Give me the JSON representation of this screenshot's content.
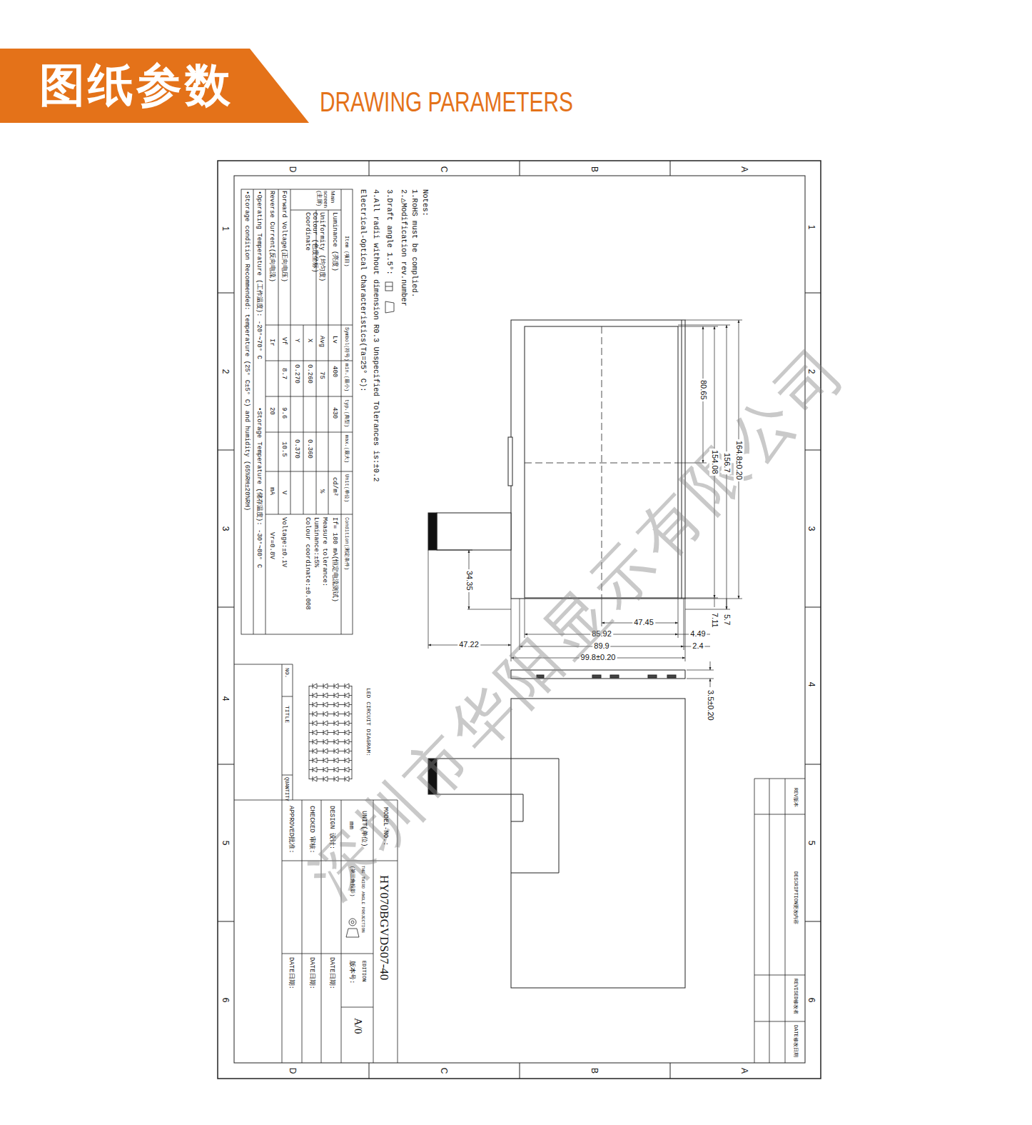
{
  "diagram": {
    "title": "图纸参数",
    "labels": [
      "DRAWING PARAMETERS",
      "D",
      "C",
      "B",
      "A",
      "1",
      "2",
      "3",
      "4",
      "5",
      "6",
      "1",
      "2",
      "3",
      "4",
      "5",
      "6",
      "D",
      "C",
      "B",
      "A",
      "Notes:",
      "1.RoHS must be complied.",
      "2.△Modification rev.number",
      "3.Draft angle 1.5°:",
      "4.All radii without dimension R0.3 Unspecified Tolerances is:±0.2",
      "Electrical-Optical Characteristics(Ta=25° C):",
      "Item (项目)",
      "Symbol(符号)",
      "min.(最小)",
      "typ.(典型)",
      "max.(最大)",
      "Unit(单位)",
      "Condition(测定条件)",
      "Main screen (主屏)",
      "Luminance (亮度)",
      "Lv",
      "400",
      "430",
      "cd/m²",
      "If= 180 mA(恒定电流测试)",
      "Uniformity (均匀度)",
      "Avg",
      "75",
      "%",
      "Measure tolerance:",
      "Colour (色度坐标) Coordinate",
      "X",
      "0.260",
      "0.360",
      "Luminance:±5%",
      "Y",
      "0.270",
      "0.370",
      "Colour coordinate:±0.008",
      "Forward Voltage(正向电压)",
      "Vf",
      "8.7",
      "9.6",
      "10.5",
      "V",
      "Voltage:±0.1V",
      "Reverse Current(反向电流)",
      "Ir",
      "20",
      "mA",
      "Vr=0.8V",
      "•Operating Temperature (工作温度): -20°~70° C",
      "•Storage Temperature (储存温度): -30°~80° C",
      "•Storage condition Recommended: temperature (25° C±5° C) and humidity (65%RH±20%RH)",
      "80.65",
      "154.08",
      "156.7",
      "164.8±0.20",
      "34.35",
      "47.45",
      "4.49",
      "85.92",
      "2.4",
      "89.9",
      "99.8±0.20",
      "47.22",
      "7.11",
      "5.7",
      "3.5±0.20",
      "LED CIRCUIT DIAGRAM:",
      "NO.",
      "TITLE",
      "QUANTITY",
      "MODEL-NO.:",
      "HY070BGVDS07-40",
      "UNIT(单位)",
      "mm",
      "THE THIRD ANGLE PROJECTION",
      "(第三角投影)",
      "EDITION",
      "版本号:",
      "A/0",
      "DESIGN 设计:",
      "DATE日期:",
      "CHECKED 审核:",
      "DATE日期:",
      "APPROVED批准:",
      "DATE日期:",
      "REV版本",
      "DESCRIPTION更改内容",
      "REVISED修改者",
      "DATE修改日期",
      "深圳市华阳显示有限公司"
    ]
  }
}
